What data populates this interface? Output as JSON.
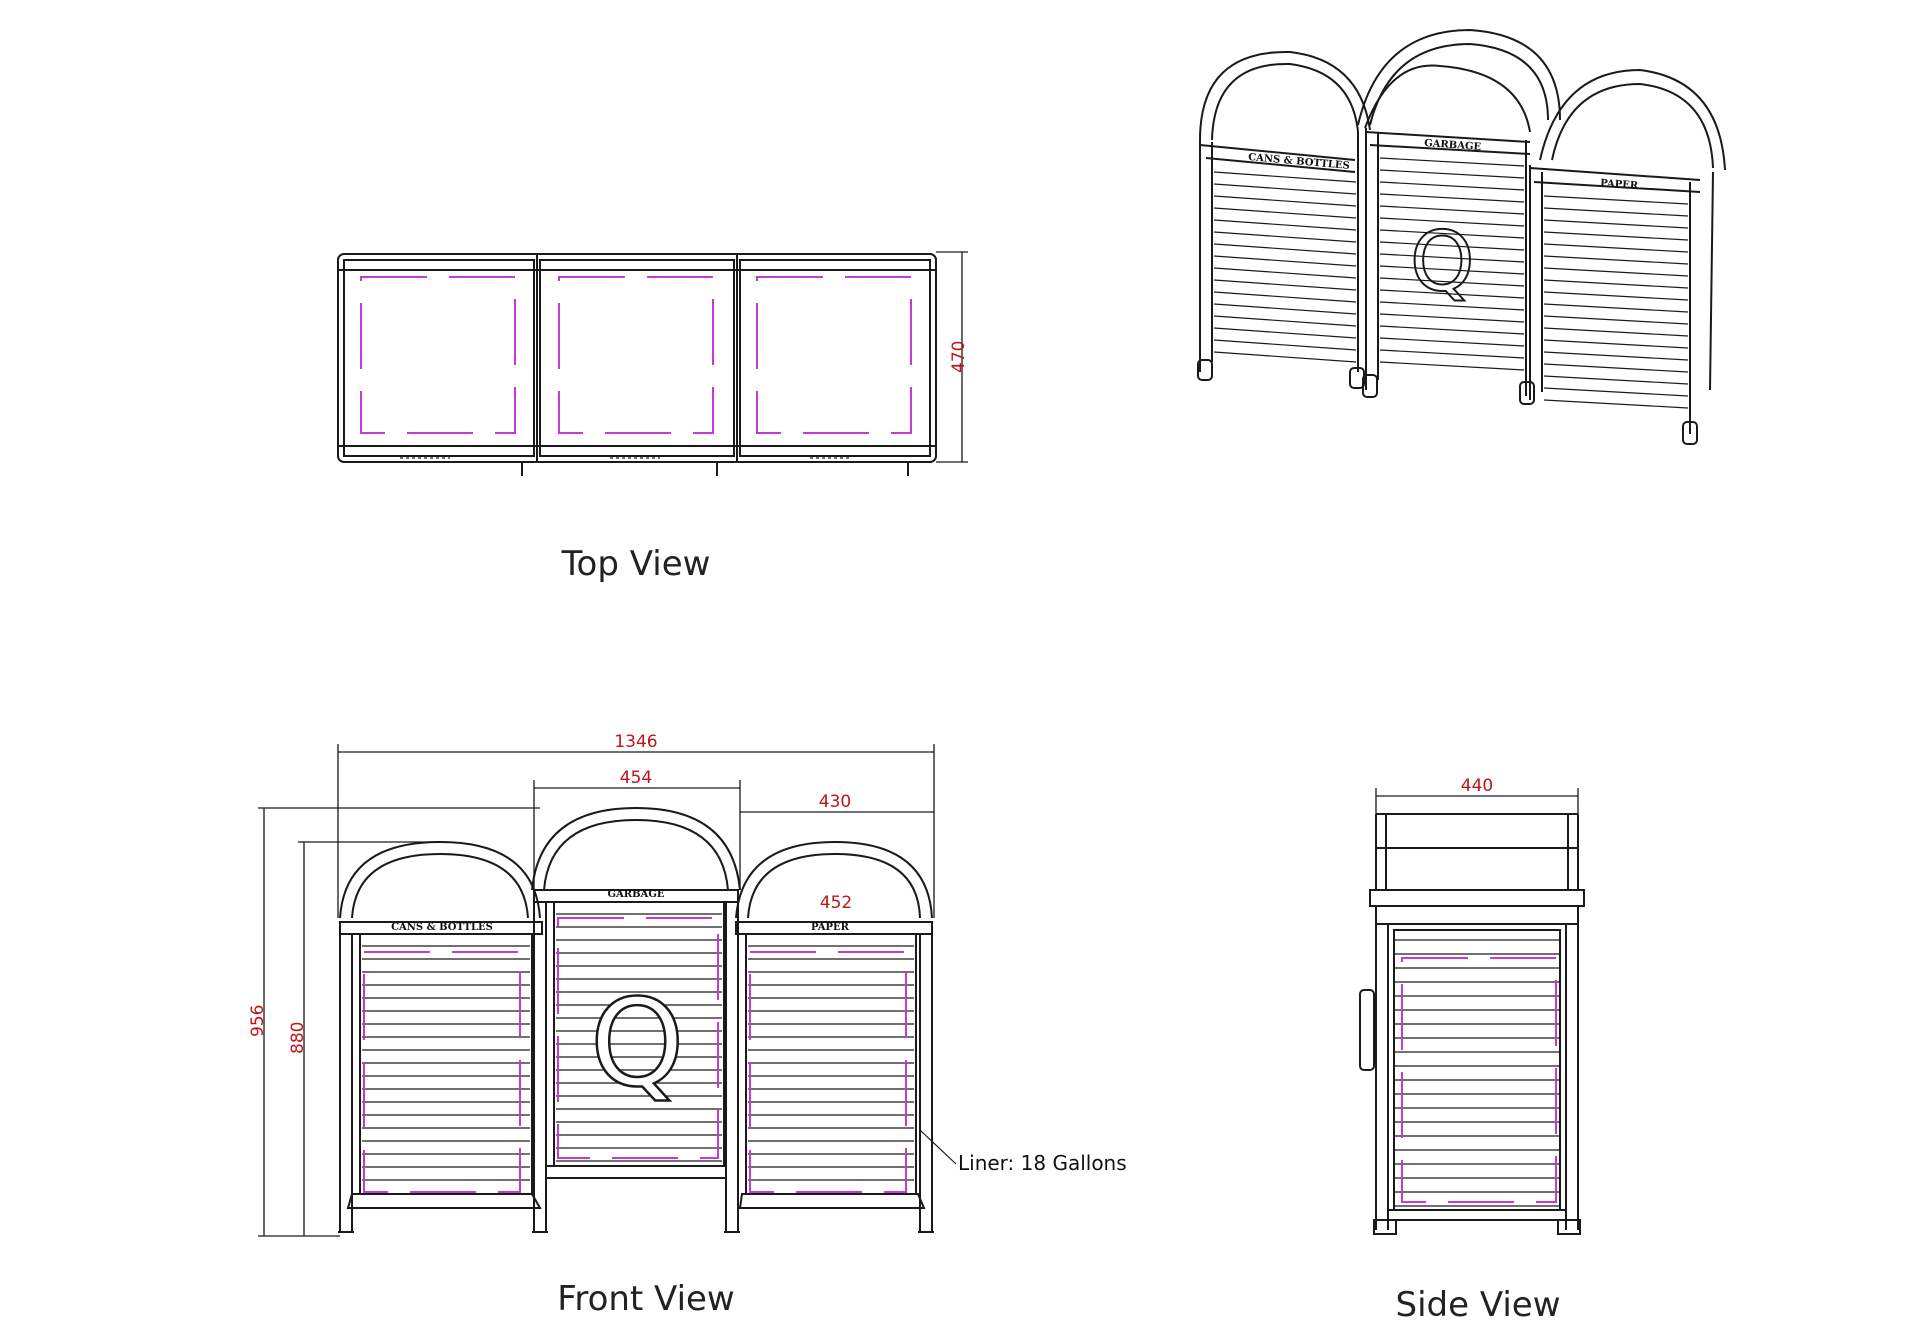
{
  "views": {
    "top": {
      "caption": "Top View",
      "depth_dim": "470"
    },
    "front": {
      "caption": "Front View",
      "dims": {
        "overall_width": "1346",
        "middle_width": "454",
        "right_width": "430",
        "small_note": "452",
        "overall_height": "956",
        "body_height": "880"
      },
      "labels": {
        "left": "CANS & BOTTLES",
        "middle": "GARBAGE",
        "right": "PAPER"
      },
      "liner_note": "Liner: 18 Gallons",
      "logo_letter": "Q"
    },
    "side": {
      "caption": "Side View",
      "width_dim": "440"
    },
    "isometric": {
      "labels": {
        "left": "CANS & BOTTLES",
        "middle": "GARBAGE",
        "right": "PAPER"
      },
      "logo_letter": "Q"
    }
  },
  "colors": {
    "line": "#1a1a1a",
    "liner_outline": "#c33bd0",
    "dimension_text": "#c0141b"
  }
}
